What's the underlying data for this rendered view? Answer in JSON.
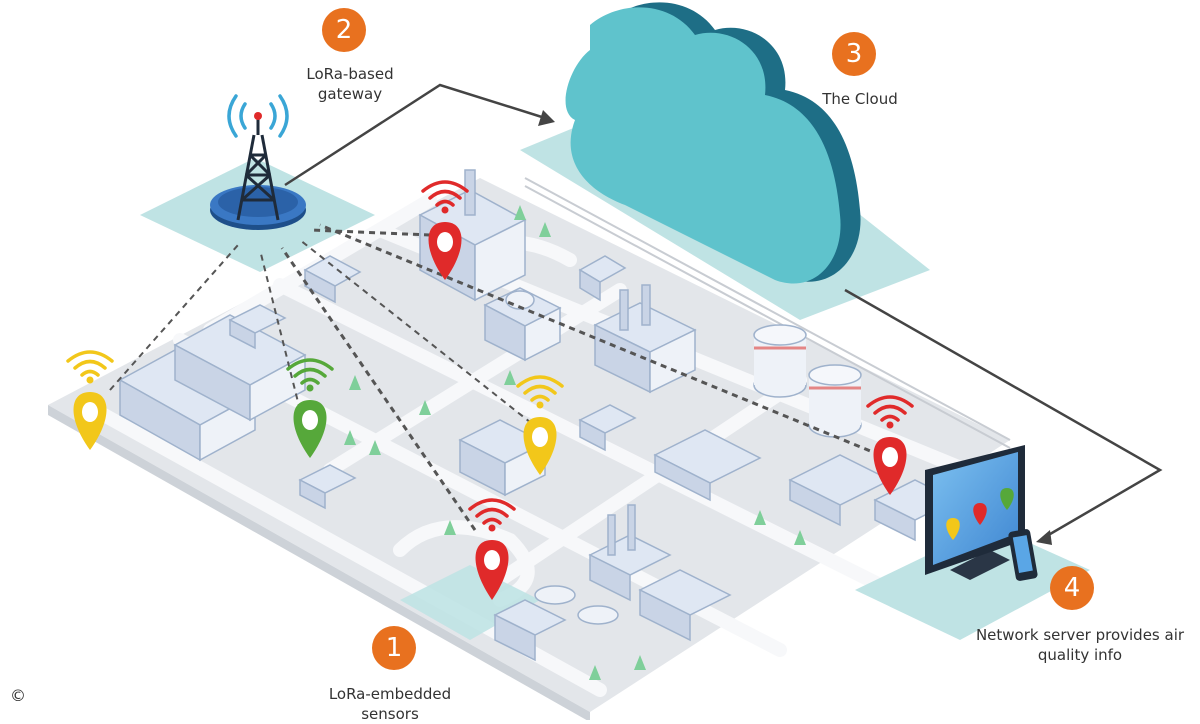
{
  "colors": {
    "accent_orange": "#e8711f",
    "cloud_light": "#5fc3cc",
    "cloud_dark": "#1e6e86",
    "platform": "#bfe3e4",
    "ground": "#e6e8ec",
    "road": "#f6f7f9",
    "building": "#dfe7f3",
    "building_edge": "#9fb2cc",
    "tree": "#7fcf9a",
    "pin_red": "#e02a2a",
    "pin_yellow": "#f2c71a",
    "pin_green": "#56a83a",
    "tower": "#1f2b3a",
    "monitor_frame": "#1f2b3a",
    "monitor_screen": "#5aa6e6"
  },
  "steps": [
    {
      "number": "1",
      "label": "LoRa-embedded sensors",
      "icon": "sensor-pin-icon"
    },
    {
      "number": "2",
      "label": "LoRa-based gateway",
      "icon": "gateway-tower-icon"
    },
    {
      "number": "3",
      "label": "The Cloud",
      "icon": "cloud-icon"
    },
    {
      "number": "4",
      "label": "Network server provides air quality info",
      "icon": "monitor-icon"
    }
  ],
  "sensors": [
    {
      "color": "yellow",
      "icon": "map-pin-icon"
    },
    {
      "color": "green",
      "icon": "map-pin-icon"
    },
    {
      "color": "red",
      "icon": "map-pin-icon"
    },
    {
      "color": "yellow",
      "icon": "map-pin-icon"
    },
    {
      "color": "red",
      "icon": "map-pin-icon"
    },
    {
      "color": "red",
      "icon": "map-pin-icon"
    }
  ],
  "copyright": "©"
}
